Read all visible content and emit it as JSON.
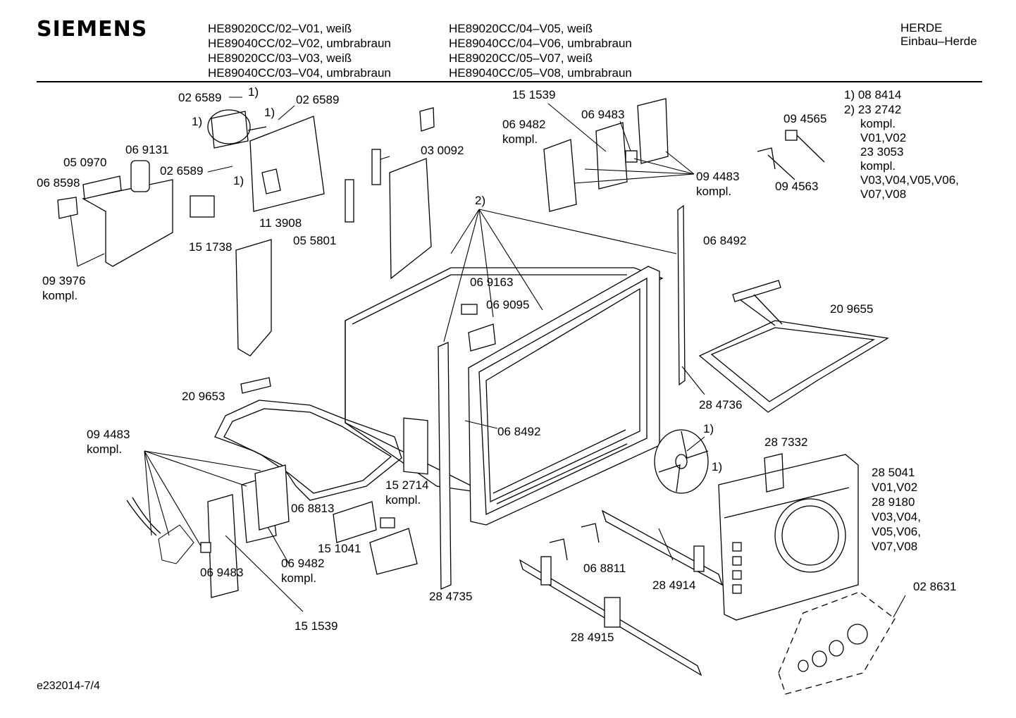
{
  "header": {
    "brand": "SIEMENS",
    "models_col1": [
      "HE89020CC/02–V01, weiß",
      "HE89040CC/02–V02, umbrabraun",
      "HE89020CC/03–V03, weiß",
      "HE89040CC/03–V04, umbrabraun"
    ],
    "models_col2": [
      "HE89020CC/04–V05, weiß",
      "HE89040CC/04–V06, umbrabraun",
      "HE89020CC/05–V07, weiß",
      "HE89040CC/05–V08, umbrabraun"
    ],
    "category": "HERDE",
    "subcategory": "Einbau–Herde"
  },
  "footnotes": [
    "1) 08 8414",
    "2) 23 2742",
    "kompl.",
    "V01,V02",
    "23 3053",
    "kompl.",
    "V03,V04,V05,V06,",
    "V07,V08"
  ],
  "labels": [
    {
      "id": "p-026589-a",
      "lines": [
        "02 6589"
      ]
    },
    {
      "id": "p-fn1-a",
      "lines": [
        "1)"
      ]
    },
    {
      "id": "p-026589-b",
      "lines": [
        "02 6589"
      ]
    },
    {
      "id": "p-fn1-b",
      "lines": [
        "1)"
      ]
    },
    {
      "id": "p-fn1-c",
      "lines": [
        "1)"
      ]
    },
    {
      "id": "p-050970",
      "lines": [
        "05 0970"
      ]
    },
    {
      "id": "p-069131",
      "lines": [
        "06 9131"
      ]
    },
    {
      "id": "p-068598",
      "lines": [
        "06 8598"
      ]
    },
    {
      "id": "p-026589-c",
      "lines": [
        "02 6589"
      ]
    },
    {
      "id": "p-fn1-d",
      "lines": [
        "1)"
      ]
    },
    {
      "id": "p-113908",
      "lines": [
        "11 3908"
      ]
    },
    {
      "id": "p-151738",
      "lines": [
        "15 1738"
      ]
    },
    {
      "id": "p-093976",
      "lines": [
        "09 3976",
        "kompl."
      ]
    },
    {
      "id": "p-030092",
      "lines": [
        "03 0092"
      ]
    },
    {
      "id": "p-055801",
      "lines": [
        "05 5801"
      ]
    },
    {
      "id": "p-151539-a",
      "lines": [
        "15 1539"
      ]
    },
    {
      "id": "p-069483-a",
      "lines": [
        "06 9483"
      ]
    },
    {
      "id": "p-069482-a",
      "lines": [
        "06 9482",
        "kompl."
      ]
    },
    {
      "id": "p-094483-a",
      "lines": [
        "09 4483",
        "kompl."
      ]
    },
    {
      "id": "p-094565",
      "lines": [
        "09 4565"
      ]
    },
    {
      "id": "p-094563",
      "lines": [
        "09 4563"
      ]
    },
    {
      "id": "p-fn2",
      "lines": [
        "2)"
      ]
    },
    {
      "id": "p-068492-a",
      "lines": [
        "06 8492"
      ]
    },
    {
      "id": "p-069163",
      "lines": [
        "06 9163"
      ]
    },
    {
      "id": "p-069095",
      "lines": [
        "06 9095"
      ]
    },
    {
      "id": "p-209655",
      "lines": [
        "20 9655"
      ]
    },
    {
      "id": "p-209653",
      "lines": [
        "20 9653"
      ]
    },
    {
      "id": "p-284736",
      "lines": [
        "28 4736"
      ]
    },
    {
      "id": "p-068492-b",
      "lines": [
        "06 8492"
      ]
    },
    {
      "id": "p-094483-b",
      "lines": [
        "09 4483",
        "kompl."
      ]
    },
    {
      "id": "p-fn1-e",
      "lines": [
        "1)"
      ]
    },
    {
      "id": "p-287332",
      "lines": [
        "28 7332"
      ]
    },
    {
      "id": "p-fn1-f",
      "lines": [
        "1)"
      ]
    },
    {
      "id": "p-285041",
      "lines": [
        "28 5041",
        "V01,V02",
        "28 9180",
        "V03,V04,",
        "V05,V06,",
        "V07,V08"
      ]
    },
    {
      "id": "p-152714",
      "lines": [
        "15 2714",
        "kompl."
      ]
    },
    {
      "id": "p-068813",
      "lines": [
        "06 8813"
      ]
    },
    {
      "id": "p-151041",
      "lines": [
        "15 1041"
      ]
    },
    {
      "id": "p-069482-b",
      "lines": [
        "06 9482",
        "kompl."
      ]
    },
    {
      "id": "p-069483-b",
      "lines": [
        "06 9483"
      ]
    },
    {
      "id": "p-151539-b",
      "lines": [
        "15 1539"
      ]
    },
    {
      "id": "p-284735",
      "lines": [
        "28 4735"
      ]
    },
    {
      "id": "p-068811",
      "lines": [
        "06 8811"
      ]
    },
    {
      "id": "p-284914",
      "lines": [
        "28 4914"
      ]
    },
    {
      "id": "p-284915",
      "lines": [
        "28 4915"
      ]
    },
    {
      "id": "p-028631",
      "lines": [
        "02 8631"
      ]
    }
  ],
  "footer": {
    "code": "e232014-7/4"
  }
}
